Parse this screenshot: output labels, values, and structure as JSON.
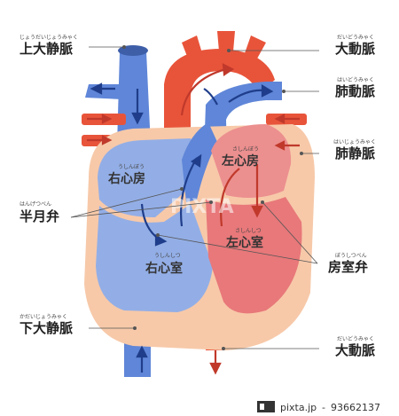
{
  "labels": {
    "superior_vena_cava": {
      "text": "上大静脈",
      "ruby": "じょうだいじょうみゃく"
    },
    "aorta_top": {
      "text": "大動脈",
      "ruby": "だいどうみゃく"
    },
    "pulmonary_artery": {
      "text": "肺動脈",
      "ruby": "はいどうみゃく"
    },
    "pulmonary_vein": {
      "text": "肺静脈",
      "ruby": "はいじょうみゃく"
    },
    "semilunar_valve": {
      "text": "半月弁",
      "ruby": "はんげつべん"
    },
    "atrioventricular_valve": {
      "text": "房室弁",
      "ruby": "ぼうしつべん"
    },
    "inferior_vena_cava": {
      "text": "下大静脈",
      "ruby": "かだいじょうみゃく"
    },
    "aorta_bottom": {
      "text": "大動脈",
      "ruby": "だいどうみゃく"
    }
  },
  "chambers": {
    "right_atrium": {
      "text": "右心房",
      "ruby": "うしんぼう"
    },
    "right_ventricle": {
      "text": "右心室",
      "ruby": "うしんしつ"
    },
    "left_atrium": {
      "text": "左心房",
      "ruby": "さしんぼう"
    },
    "left_ventricle": {
      "text": "左心室",
      "ruby": "さしんしつ"
    }
  },
  "watermark": "PIXTA",
  "footer": {
    "site": "pixta.jp",
    "separator": "-",
    "id": "93662137"
  },
  "colors": {
    "deoxygenated": "#5f86d8",
    "deoxygenated_light": "#93aee6",
    "oxygenated": "#e8543a",
    "oxygenated_light": "#ec8f8f",
    "heart_wall": "#f7c9a9",
    "arrow": "#1f3d8a",
    "arrow_red": "#c0392b"
  },
  "icons": {
    "footer_logo": "pixta-logo-icon"
  }
}
